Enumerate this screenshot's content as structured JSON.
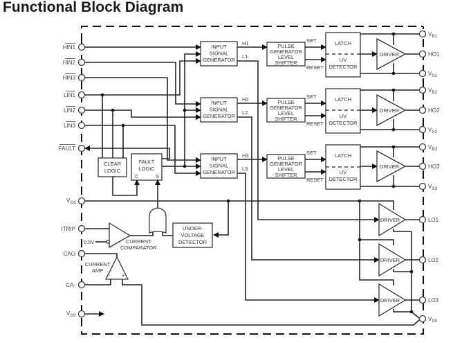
{
  "title": "Functional Block Diagram",
  "left_pins": {
    "hin1": "HIN1",
    "hin2": "HIN2",
    "hin3": "HIN3",
    "lin1": "LIN1",
    "lin2": "LIN2",
    "lin3": "LIN3",
    "fault": "FAULT",
    "vcc_main": "V",
    "vcc_sub": "CC",
    "itrip": "ITRIP",
    "cao": "CAO",
    "ca_minus": "CA-",
    "vss_main": "V",
    "vss_sub": "SS"
  },
  "right_pins": {
    "vb1_main": "V",
    "vb1_sub": "B1",
    "ho1": "HO1",
    "vs1_main": "V",
    "vs1_sub": "S1",
    "vb2_main": "V",
    "vb2_sub": "B2",
    "ho2": "HO2",
    "vs2_main": "V",
    "vs2_sub": "S2",
    "vb3_main": "V",
    "vb3_sub": "B3",
    "ho3": "HO3",
    "vs3_main": "V",
    "vs3_sub": "S3",
    "lo1": "LO1",
    "lo2": "LO2",
    "lo3": "LO3",
    "vs0_main": "V",
    "vs0_sub": "S0"
  },
  "blocks": {
    "isg": [
      "INPUT",
      "SIGNAL",
      "GENERATOR"
    ],
    "pg": [
      "PULSE",
      "GENERATOR",
      "LEVEL",
      "SHIFTER"
    ],
    "latch": "LATCH",
    "uv": [
      "UV",
      "DETECTOR"
    ],
    "driver": "DRIVER",
    "clear_logic": [
      "CLEAR",
      "LOGIC"
    ],
    "fault_logic": [
      "FAULT",
      "LOGIC"
    ],
    "fault_c": "C",
    "fault_s": "S",
    "uvd": [
      "UNDER-",
      "VOLTAGE",
      "DETECTOR"
    ],
    "comparator": [
      "CURRENT",
      "COMPARATOR"
    ],
    "ref": "0.5V",
    "amp": [
      "CURRENT",
      "AMP"
    ],
    "amp_minus": "-",
    "amp_plus": "+"
  },
  "signals": {
    "h1": "H1",
    "l1": "L1",
    "h2": "H2",
    "l2": "L2",
    "h3": "H3",
    "l3": "L3",
    "set": "SET",
    "reset": "RESET"
  }
}
